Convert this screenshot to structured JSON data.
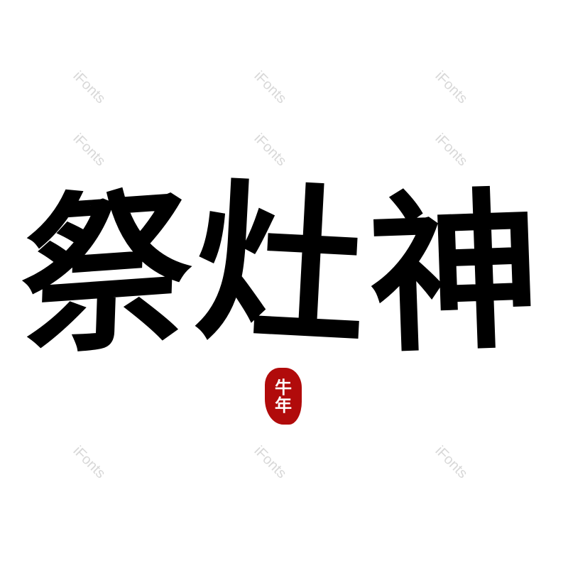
{
  "title": {
    "characters": [
      "祭",
      "灶",
      "神"
    ],
    "color": "#000000"
  },
  "seal": {
    "characters": [
      "牛",
      "年"
    ],
    "color": "#b10b0b"
  },
  "watermark": {
    "text": "iFonts",
    "color": "#d8d8d8"
  }
}
